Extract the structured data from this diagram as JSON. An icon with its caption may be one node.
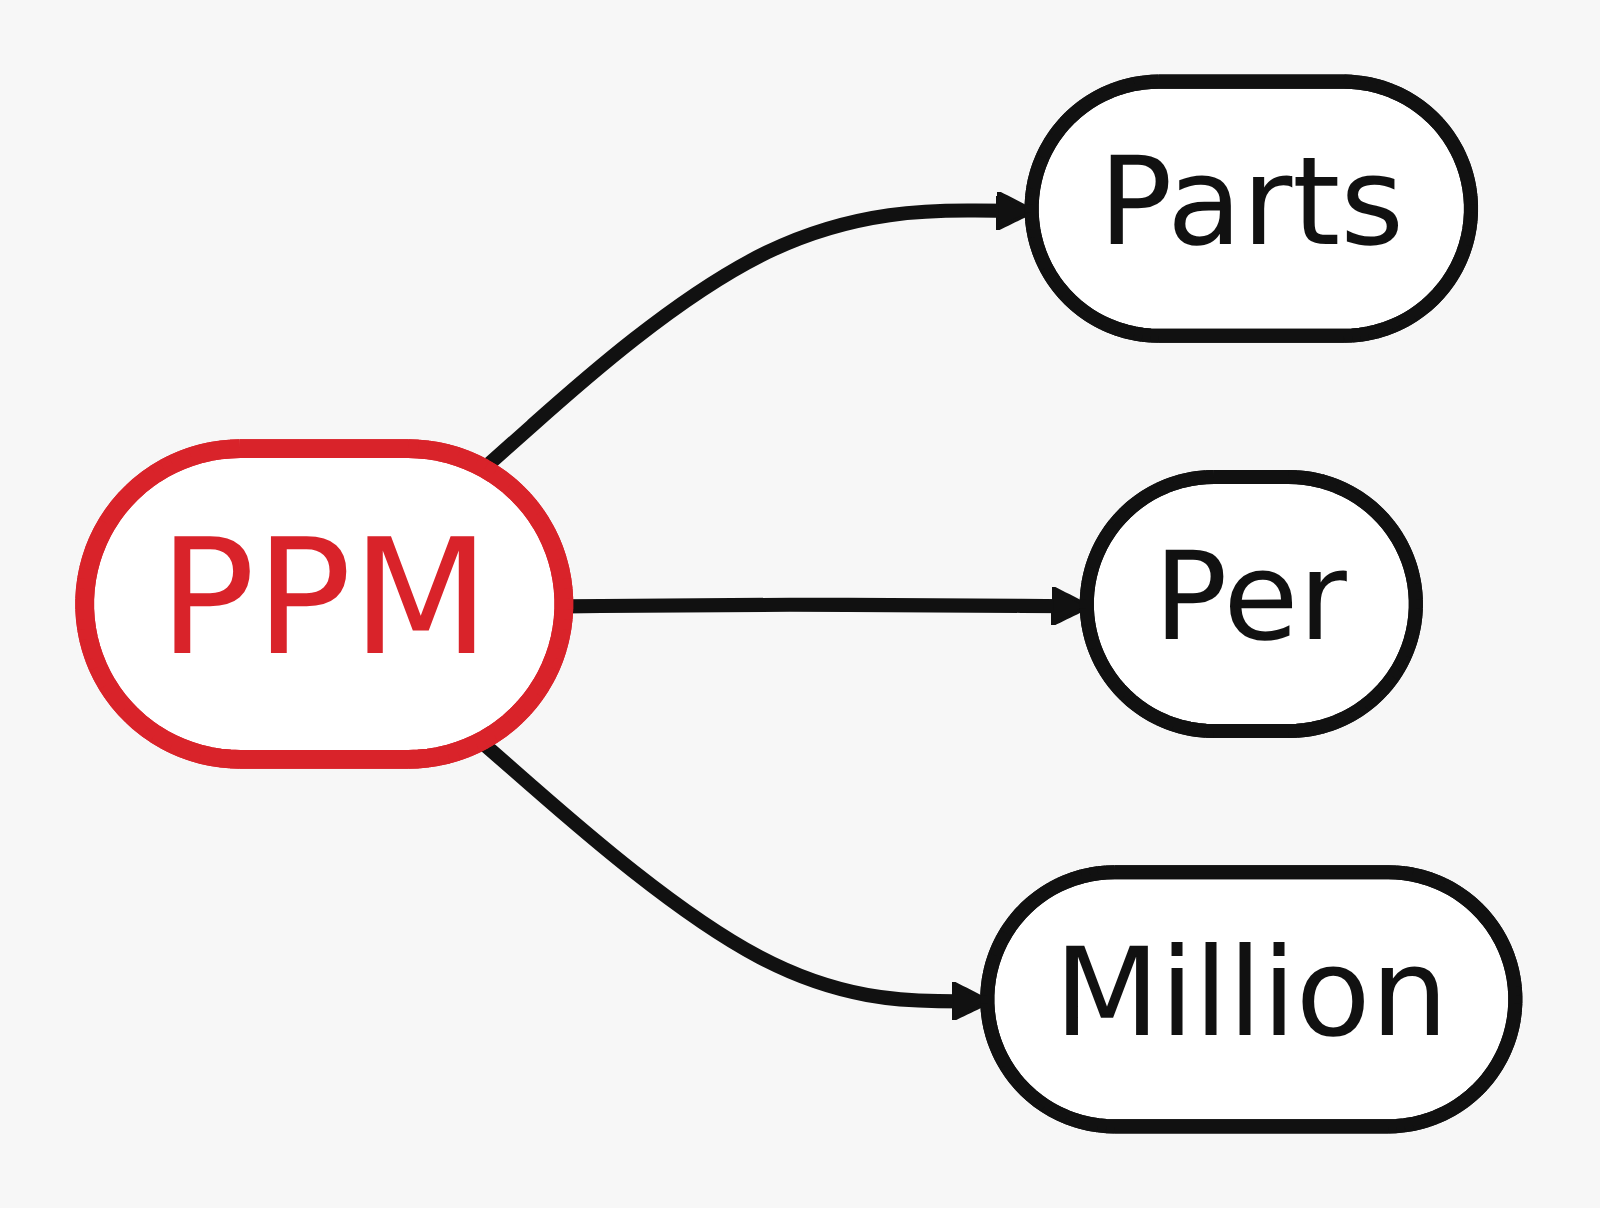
{
  "diagram": {
    "nodes": [
      {
        "text": [
          "PPM"
        ]
      },
      {
        "text": [
          "Parts"
        ]
      },
      {
        "text": [
          "Per"
        ]
      },
      {
        "text": [
          "Million"
        ]
      }
    ],
    "edges": [
      {
        "from": 0,
        "to": 1,
        "arrow": "to"
      },
      {
        "from": 0,
        "to": 2,
        "arrow": "to"
      },
      {
        "from": 0,
        "to": 3,
        "arrow": "to"
      }
    ]
  }
}
